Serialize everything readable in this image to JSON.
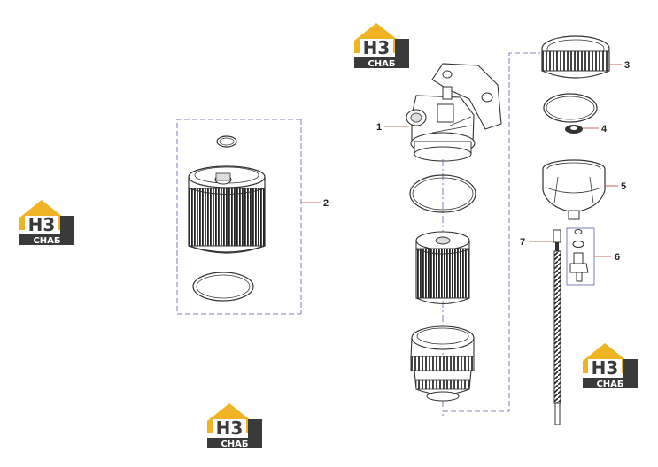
{
  "logo": {
    "mark": "H3",
    "wordmark": "CHAБ",
    "colors": {
      "roof": "#f0b323",
      "dark": "#3a3a3a",
      "light": "#ffffff"
    }
  },
  "callouts": [
    "1",
    "2",
    "3",
    "4",
    "5",
    "6",
    "7"
  ],
  "colors": {
    "leader": "#c0392b",
    "frame": "#5a5fb0",
    "line": "#333333",
    "pleat": "#222222"
  }
}
